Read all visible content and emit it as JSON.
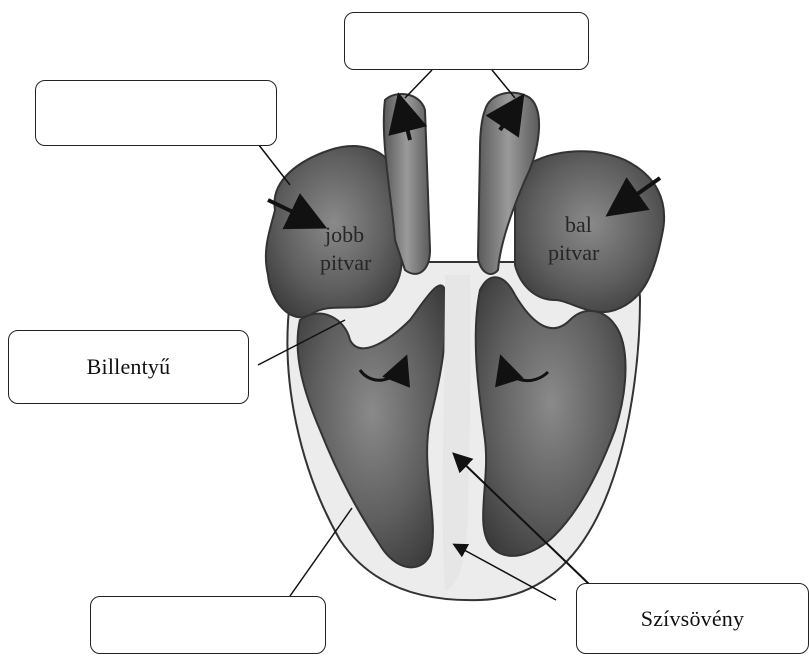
{
  "diagram": {
    "chambers": {
      "right_atrium": [
        "jobb",
        "pitvar"
      ],
      "left_atrium": [
        "bal",
        "pitvar"
      ]
    },
    "labels": {
      "top": "",
      "upper_left": "",
      "valve": "Billentyű",
      "bottom_left": "",
      "septum": "Szívsövény"
    },
    "colors": {
      "heart_wall": "#ececec",
      "chamber_fill": "#5e5e5e",
      "chamber_dark": "#3c3c3c",
      "vessel_fill": "#7a7a7a",
      "line": "#111111"
    }
  }
}
